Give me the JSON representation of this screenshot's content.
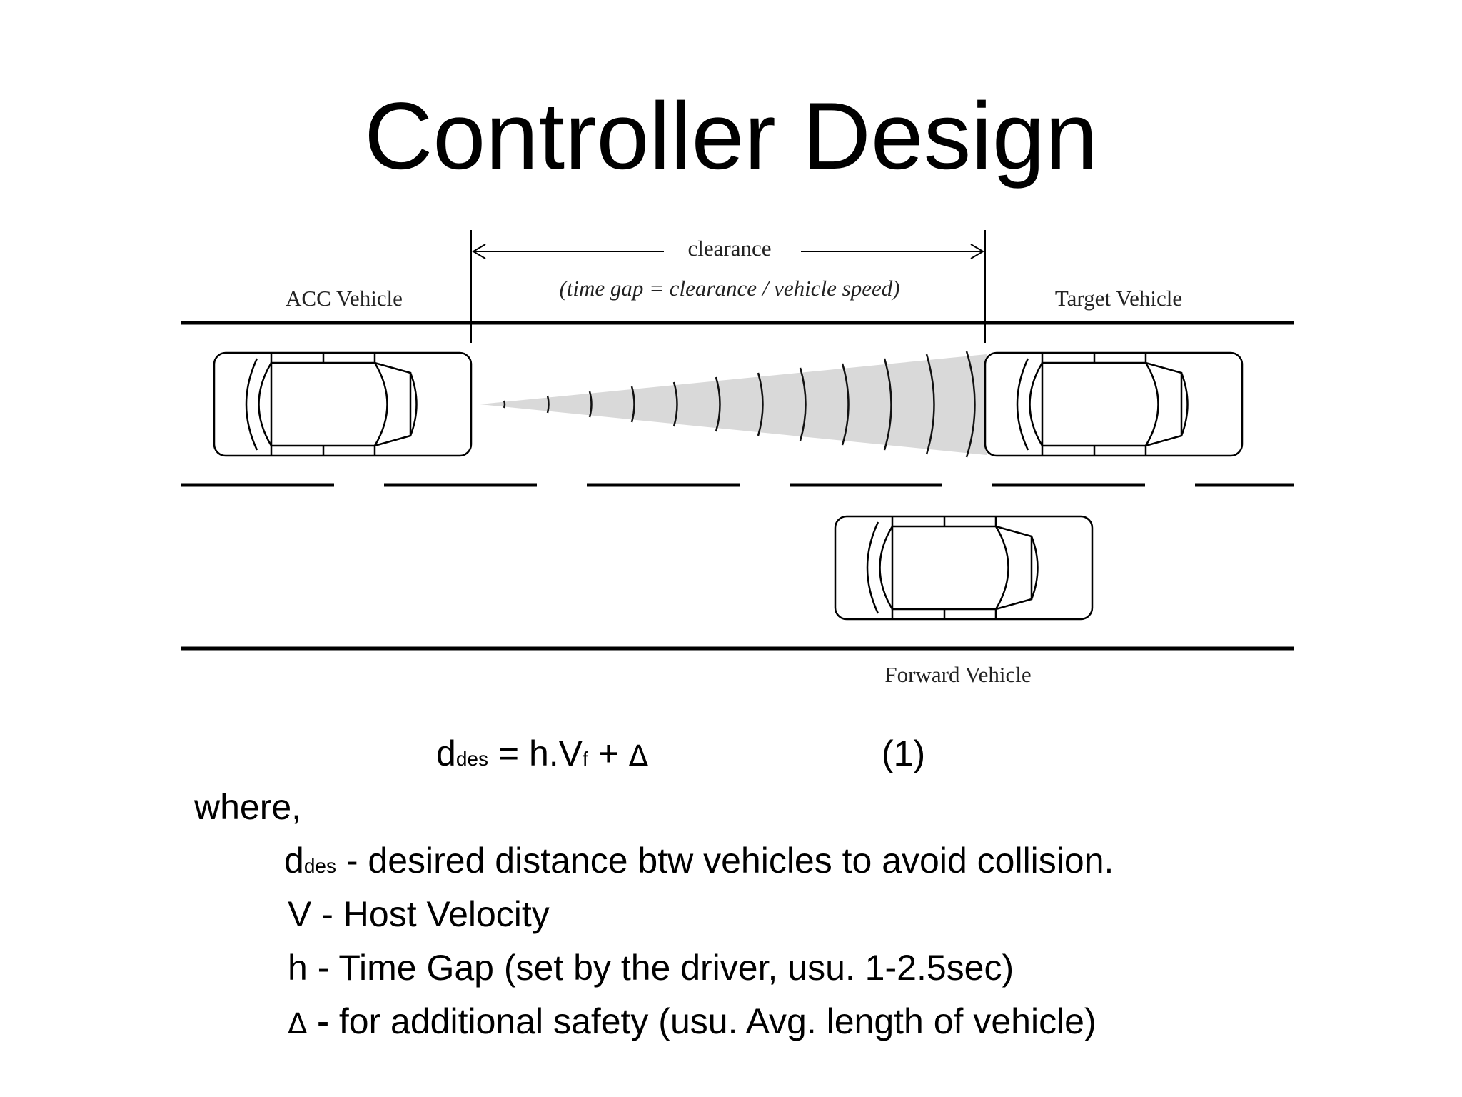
{
  "title": "Controller Design",
  "diagram": {
    "labels": {
      "acc_vehicle": "ACC Vehicle",
      "target_vehicle": "Target Vehicle",
      "forward_vehicle": "Forward Vehicle",
      "clearance": "clearance",
      "time_gap": "(time gap = clearance / vehicle speed)"
    }
  },
  "equation": {
    "d": "d",
    "d_sub": "des",
    "mid": " = h.V",
    "v_sub": "f",
    "plus": " + ",
    "delta": "Δ",
    "number": "(1)"
  },
  "where_label": "where,",
  "definitions": [
    {
      "symbol": "d",
      "sub": "des",
      "text": " - desired distance btw vehicles to avoid collision."
    },
    {
      "symbol": "V",
      "text": " - Host Velocity"
    },
    {
      "symbol": "h",
      "text": " - Time Gap (set by the driver, usu. 1-2.5sec)"
    },
    {
      "symbol": "Δ",
      "dash": " -",
      "text": " for additional safety (usu. Avg. length of vehicle)"
    }
  ]
}
